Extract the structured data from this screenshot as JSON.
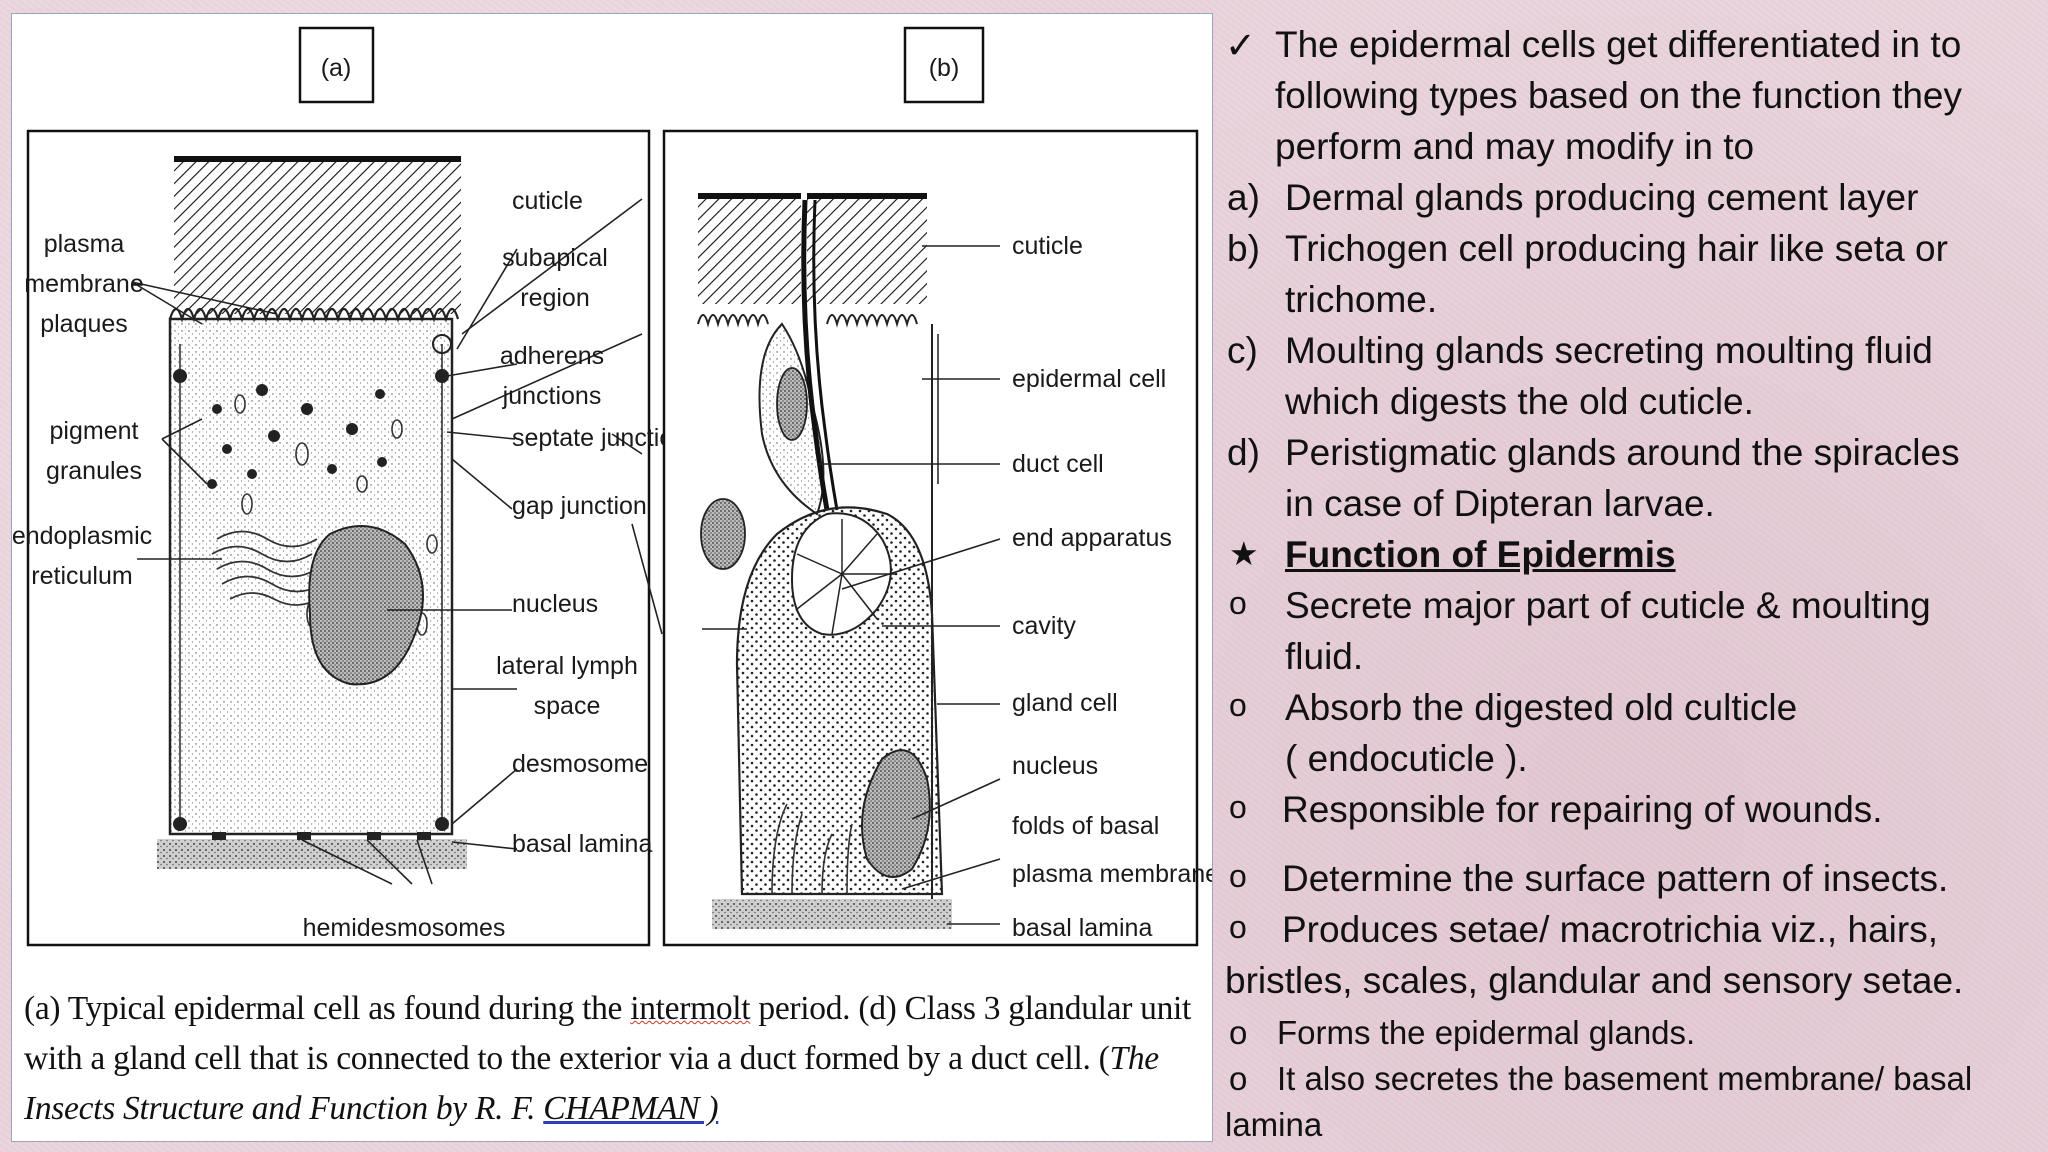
{
  "figure": {
    "panel_a_label": "(a)",
    "panel_b_label": "(b)",
    "labels_a": {
      "cuticle": "cuticle",
      "plasma_membrane_plaques": [
        "plasma",
        "membrane",
        "plaques"
      ],
      "subapical_region": [
        "subapical",
        "region"
      ],
      "adherens_junctions": [
        "adherens",
        "junctions"
      ],
      "septate_junctions": "septate junctions",
      "pigment_granules": [
        "pigment",
        "granules"
      ],
      "gap_junction": "gap junction",
      "endoplasmic_reticulum": [
        "endoplasmic",
        "reticulum"
      ],
      "nucleus": "nucleus",
      "lateral_lymph_space": [
        "lateral lymph",
        "space"
      ],
      "desmosome": "desmosome",
      "basal_lamina": "basal lamina",
      "hemidesmosomes": "hemidesmosomes"
    },
    "labels_b": {
      "cuticle": "cuticle",
      "epidermal_cell": "epidermal cell",
      "duct_cell": "duct cell",
      "end_apparatus": "end apparatus",
      "cavity": "cavity",
      "gland_cell": "gland cell",
      "nucleus": "nucleus",
      "folds_of_basal": "folds of basal",
      "plasma_membrane": "plasma membrane",
      "basal_lamina": "basal lamina"
    },
    "caption": {
      "part1": "(a) Typical epidermal cell as found during the ",
      "intermolt": "intermolt",
      "part2": " period. (d) Class 3 glandular unit with a gland cell that is connected to the exterior via a duct formed by a duct cell. (",
      "source_italic": "The Insects Structure and Function by R. F. ",
      "author": "CHAPMAN )"
    }
  },
  "text": {
    "check_marker": "✓",
    "intro": [
      "The epidermal cells get differentiated in to",
      "following types based on the function they",
      "perform and may modify in to"
    ],
    "types": [
      {
        "marker": "a)",
        "lines": [
          "Dermal glands producing cement layer"
        ]
      },
      {
        "marker": "b)",
        "lines": [
          "Trichogen cell producing hair like seta or",
          "trichome."
        ]
      },
      {
        "marker": "c)",
        "lines": [
          "Moulting glands secreting moulting fluid",
          "which digests the old cuticle."
        ]
      },
      {
        "marker": "d)",
        "lines": [
          "Peristigmatic glands around the spiracles",
          "in case of Dipteran larvae."
        ]
      }
    ],
    "star_marker": "★",
    "heading": "Function of Epidermis",
    "bullet_marker": "o",
    "functions": [
      {
        "lines": [
          "Secrete major part of cuticle & moulting",
          "fluid."
        ]
      },
      {
        "lines": [
          "Absorb the digested old culticle",
          "( endocuticle )."
        ]
      },
      {
        "lines": [
          "Responsible for repairing of wounds."
        ]
      },
      {
        "lines": [
          "Determine the surface pattern of insects."
        ]
      },
      {
        "lines": [
          "Produces setae/ macrotrichia viz., hairs,",
          "bristles, scales, glandular and sensory setae."
        ]
      },
      {
        "lines": [
          "Forms the epidermal glands."
        ]
      },
      {
        "lines": [
          "It also secretes the basement membrane/ basal",
          "lamina"
        ]
      }
    ]
  }
}
